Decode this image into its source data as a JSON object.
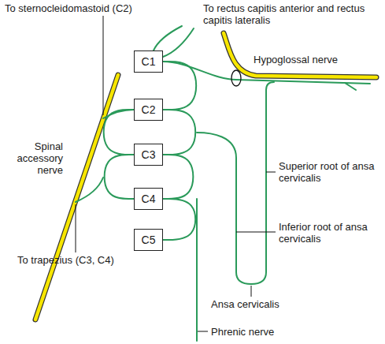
{
  "diagram": {
    "nodes": [
      {
        "text": [
          "C1"
        ]
      },
      {
        "text": [
          "C2"
        ]
      },
      {
        "text": [
          "C3"
        ]
      },
      {
        "text": [
          "C4"
        ]
      },
      {
        "text": [
          "C5"
        ]
      }
    ],
    "edges": [
      {
        "from": 0,
        "to": 1,
        "arrow": "none"
      },
      {
        "from": 1,
        "to": 2,
        "arrow": "none"
      },
      {
        "from": 2,
        "to": 3,
        "arrow": "none"
      },
      {
        "from": 3,
        "to": 4,
        "arrow": "none"
      },
      {
        "from": 1,
        "to": 2,
        "arrow": "none"
      },
      {
        "from": 2,
        "to": 3,
        "arrow": "none"
      }
    ],
    "labels": [
      "To sternocleidomastoid (C2)",
      "To rectus capitis anterior and rectus capitis lateralis",
      "Hypoglossal nerve",
      "Spinal accessory nerve",
      "Superior root of ansa cervicalis",
      "Inferior root of ansa cervicalis",
      "Ansa cervicalis",
      "To trapezius (C3, C4)",
      "Phrenic nerve"
    ]
  }
}
